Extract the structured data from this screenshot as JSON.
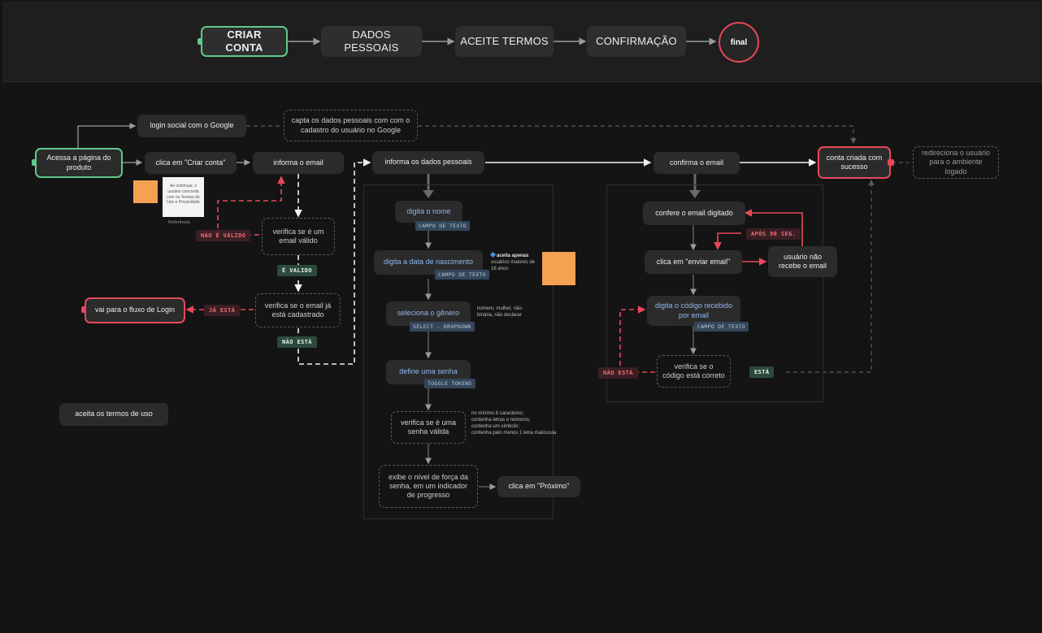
{
  "steps": [
    {
      "label": "CRIAR CONTA"
    },
    {
      "label": "DADOS PESSOAIS"
    },
    {
      "label": "ACEITE TERMOS"
    },
    {
      "label": "CONFIRMAÇÃO"
    },
    {
      "label": "final"
    }
  ],
  "nodes": {
    "acessa": "Acessa a página do produto",
    "google": "login social com o Google",
    "capta": "capta os dados pessoais com com o cadastro do usuário no Google",
    "criar": "clica em \"Criar conta\"",
    "email": "informa o email",
    "verifica_valido": "verifica se é um email válido",
    "verifica_cadastrado": "verifica se o email já está cadastrado",
    "login": "vai para o fluxo de Login",
    "termos": "aceita os termos de uso",
    "dados": "informa os dados pessoais",
    "nome": "digita o nome",
    "nascimento": "digita a data de nascimento",
    "genero": "seleciona o gênero",
    "senha": "define uma senha",
    "verifica_senha": "verifica se é uma senha válida",
    "forca": "exibe o nível de força da senha, em um indicador de progresso",
    "proximo": "clica em \"Próximo\"",
    "confirma": "confirma o email",
    "confere": "confere o email digitado",
    "enviar": "clica em \"enviar email\"",
    "nao_recebe": "usuário não recebe o email",
    "codigo": "digita o código recebido por email",
    "verifica_codigo": "verifica se o código está correto",
    "sucesso": "conta criada com sucesso",
    "redireciona": "redireciona o usuário para o ambiente logado"
  },
  "tags": {
    "campo_texto": "CAMPO DE TEXTO",
    "select": "SELECT - DROPDOWN",
    "toggle": "TOGGLE TOKENS"
  },
  "pills": {
    "nao_valido": "NÃO É VÁLIDO",
    "e_valido": "É VALIDO",
    "ja_esta": "JÁ ESTÁ",
    "nao_esta": "NÃO ESTÁ",
    "apos": "APÓS 90 SEG.",
    "esta": "ESTÁ"
  },
  "notes": {
    "idade_bold": "aceita apenas",
    "idade": "usuários maiores de 16 anos",
    "genero": "homem, mulher, não-binária, não declarar",
    "senha_1": "no mínimo 8 caracteres;",
    "senha_2": "contenha letras e números;",
    "senha_3": "contenha um símbolo;",
    "senha_4": "contenha pelo menos 1 letra maiúscula",
    "paper": "Ao continuar, o usuário concorda com os Termos de Uso e Privacidade",
    "referencia": "Referência"
  },
  "colors": {
    "accent_green": "#5fc98a",
    "accent_red": "#e8485a",
    "background": "#141414"
  }
}
